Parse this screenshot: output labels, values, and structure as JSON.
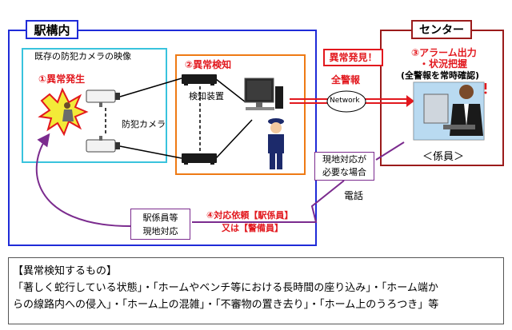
{
  "station": {
    "label": "駅構内"
  },
  "center": {
    "label": "センター"
  },
  "existing": {
    "label": "既存の防犯カメラの映像"
  },
  "steps": {
    "s1": "①異常発生",
    "s2": "②異常検知",
    "s3_line1": "③アラーム出力",
    "s3_line2": "・状況把握",
    "s3_line3": "(全警報を常時確認)",
    "s4_line1": "④対応依頼【駅係員】",
    "s4_line2": "又は【警備員】"
  },
  "labels": {
    "camera": "防犯カメラ",
    "detector": "検知装置",
    "all_alarm": "全警報",
    "network": "Network",
    "anomaly_found": "異常発見！",
    "operator": "＜係員＞",
    "phone": "電話",
    "staff_line1": "駅係員等",
    "staff_line2": "現地対応",
    "onsite_line1": "現地対応が",
    "onsite_line2": "必要な場合"
  },
  "list": {
    "title": "【異常検知するもの】",
    "line1": "「著しく蛇行している状態」・「ホームやベンチ等における長時間の座り込み」・「ホーム端か",
    "line2": "らの線路内への侵入」・「ホーム上の混雑」・「不審物の置き去り」・「ホーム上のうろつき」等"
  },
  "colors": {
    "station_border": "#1f2bd8",
    "existing_border": "#39c3dd",
    "detect_border": "#ee7a14",
    "center_border": "#9b1b1b",
    "alert_red": "#e2181e",
    "request_purple": "#7b2b8e"
  }
}
